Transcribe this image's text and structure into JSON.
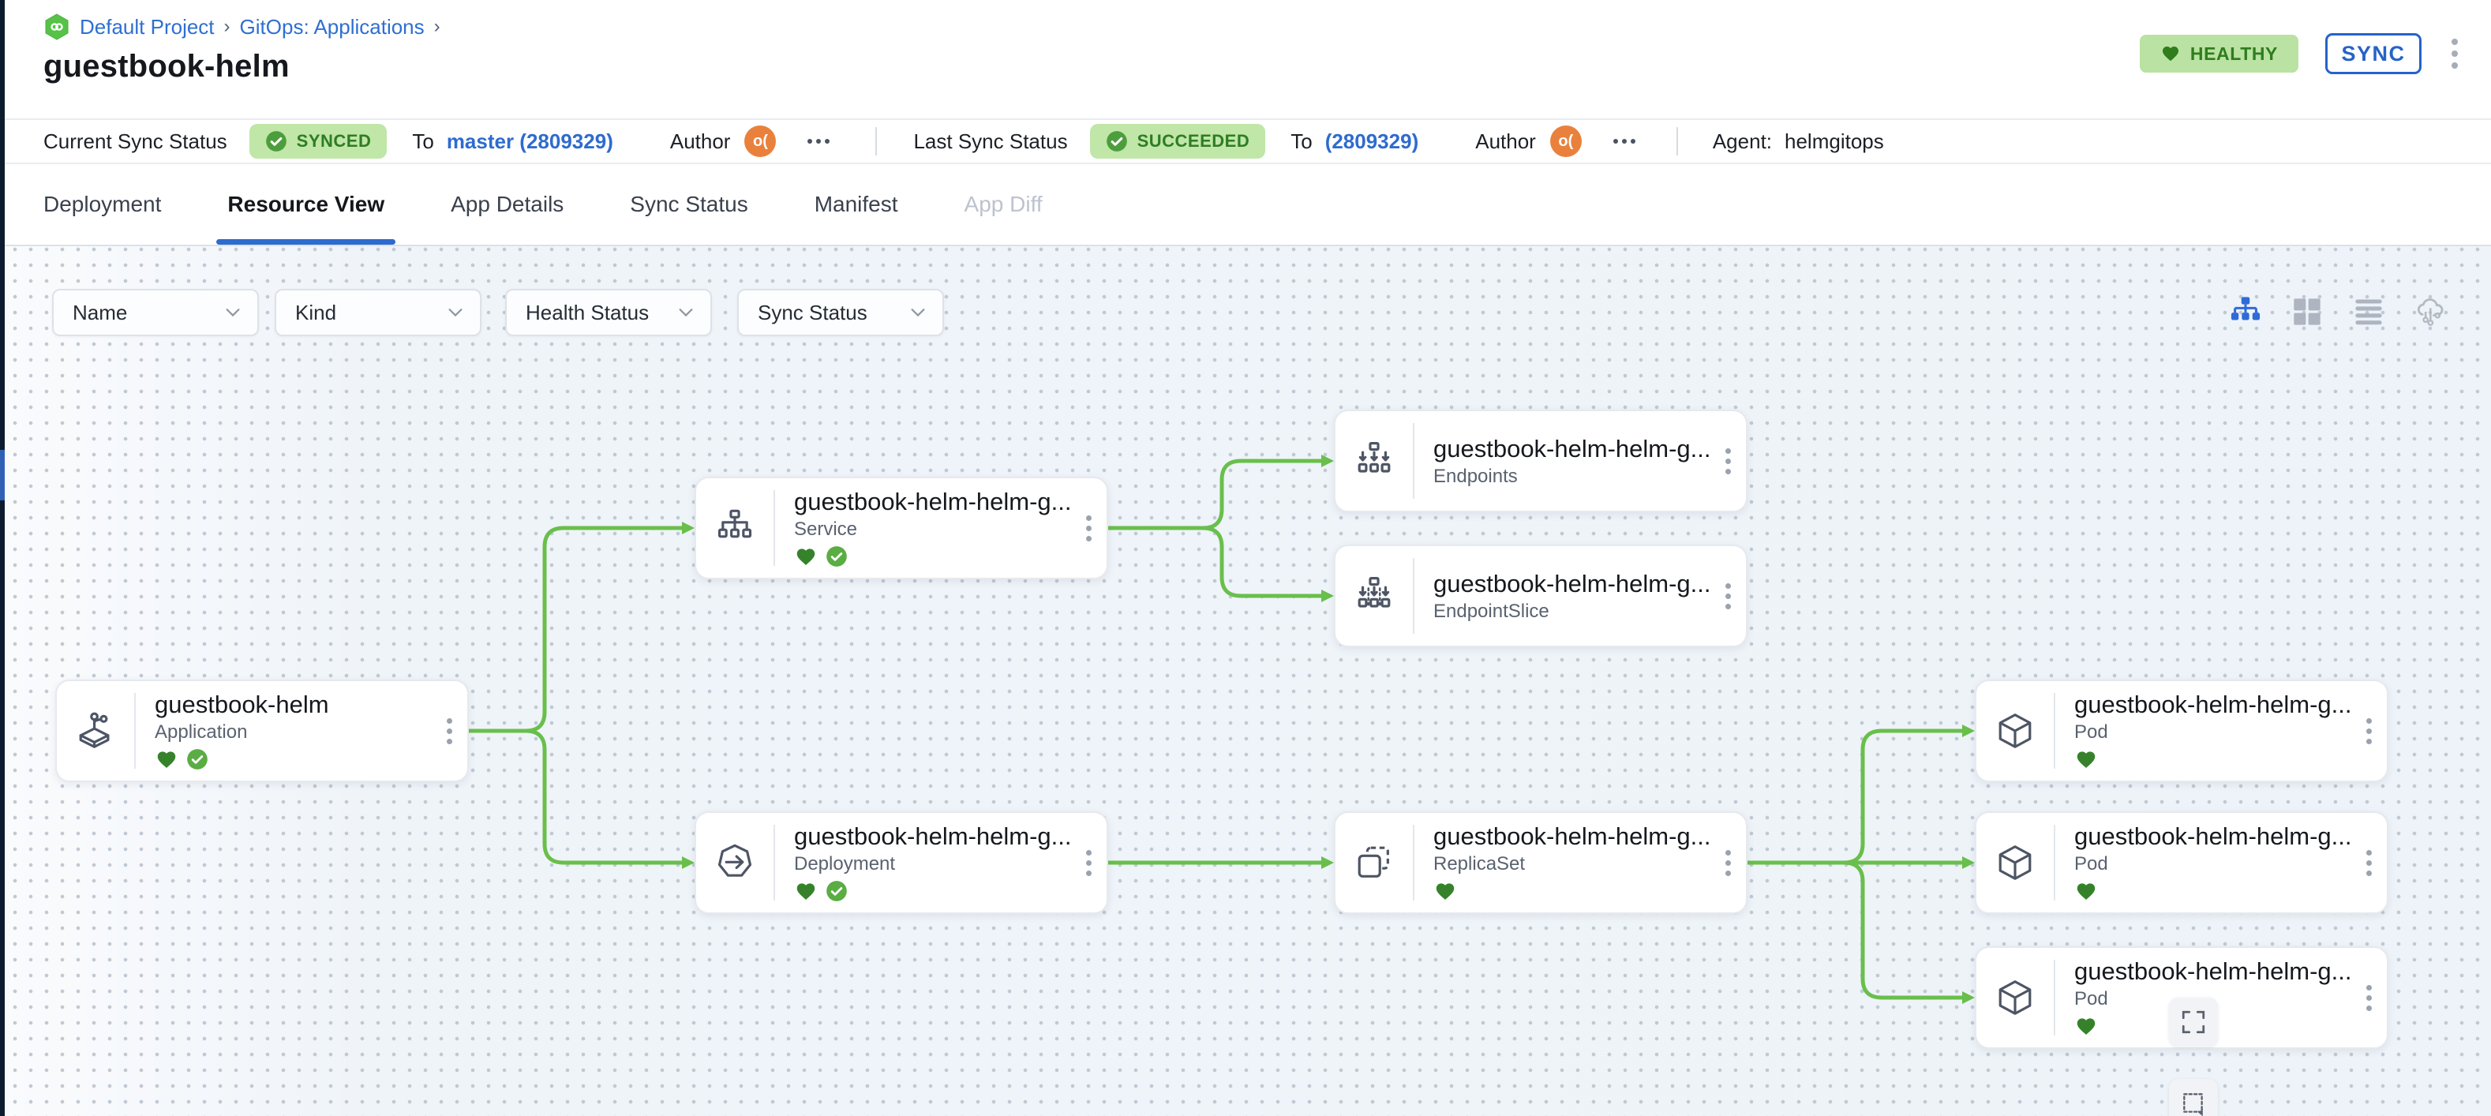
{
  "colors": {
    "accent_blue": "#2e6bce",
    "edge_green": "#69bf4b",
    "health_green": "#2f7d1d",
    "badge_bg_green": "#c0e6a8",
    "avatar_orange": "#e9813d",
    "sidebar_dark": "#0d1b2e"
  },
  "breadcrumb": {
    "project": "Default Project",
    "section": "GitOps: Applications"
  },
  "header": {
    "title": "guestbook-helm",
    "health_badge": "HEALTHY",
    "sync_button": "SYNC"
  },
  "status_bar": {
    "current_sync": {
      "label": "Current Sync Status",
      "badge": "SYNCED",
      "to_label": "To",
      "revision": "master (2809329)",
      "author_label": "Author",
      "avatar_text": "o("
    },
    "last_sync": {
      "label": "Last Sync Status",
      "badge": "SUCCEEDED",
      "to_label": "To",
      "revision": "(2809329)",
      "author_label": "Author",
      "avatar_text": "o("
    },
    "agent_label": "Agent:",
    "agent_value": "helmgitops"
  },
  "tabs": {
    "items": [
      {
        "label": "Deployment",
        "state": "normal"
      },
      {
        "label": "Resource View",
        "state": "active"
      },
      {
        "label": "App Details",
        "state": "normal"
      },
      {
        "label": "Sync Status",
        "state": "normal"
      },
      {
        "label": "Manifest",
        "state": "normal"
      },
      {
        "label": "App Diff",
        "state": "disabled"
      }
    ]
  },
  "filters": {
    "items": [
      {
        "label": "Name"
      },
      {
        "label": "Kind"
      },
      {
        "label": "Health Status"
      },
      {
        "label": "Sync Status"
      }
    ]
  },
  "graph": {
    "nodes": [
      {
        "title": "guestbook-helm",
        "kind": "Application",
        "health": "healthy",
        "synced": true
      },
      {
        "title": "guestbook-helm-helm-g...",
        "kind": "Service",
        "health": "healthy",
        "synced": true
      },
      {
        "title": "guestbook-helm-helm-g...",
        "kind": "Endpoints"
      },
      {
        "title": "guestbook-helm-helm-g...",
        "kind": "EndpointSlice"
      },
      {
        "title": "guestbook-helm-helm-g...",
        "kind": "Deployment",
        "health": "healthy",
        "synced": true
      },
      {
        "title": "guestbook-helm-helm-g...",
        "kind": "ReplicaSet",
        "health": "healthy"
      },
      {
        "title": "guestbook-helm-helm-g...",
        "kind": "Pod",
        "health": "healthy"
      },
      {
        "title": "guestbook-helm-helm-g...",
        "kind": "Pod",
        "health": "healthy"
      },
      {
        "title": "guestbook-helm-helm-g...",
        "kind": "Pod",
        "health": "healthy"
      }
    ]
  }
}
